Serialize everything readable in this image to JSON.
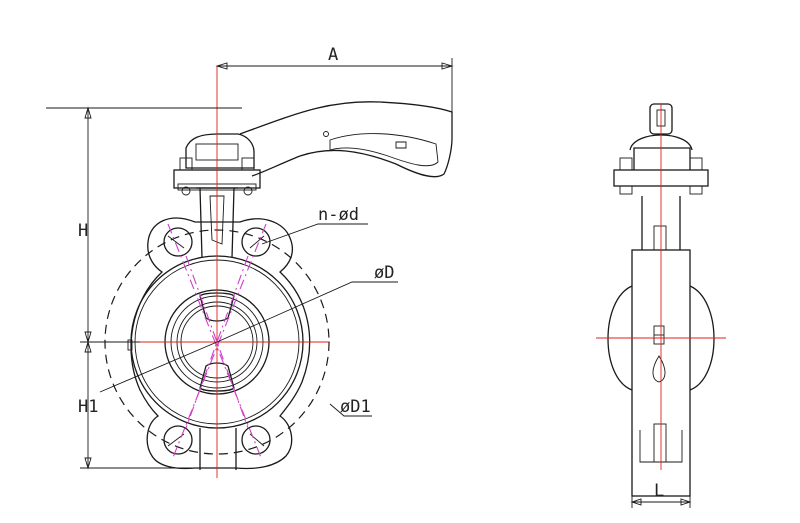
{
  "drawing": {
    "labels": {
      "A": "A",
      "H": "H",
      "H1": "H1",
      "holes": "n-ød",
      "D": "øD",
      "D1": "øD1",
      "L": "L"
    }
  },
  "colors": {
    "outline": "#1a1a1a",
    "centerline": "#e0201a",
    "bolt_circle": "#d03fc8",
    "background": "#ffffff"
  }
}
